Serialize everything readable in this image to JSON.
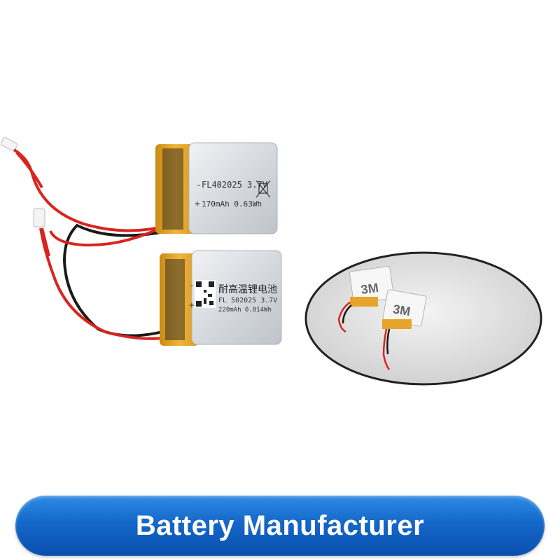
{
  "battery_top": {
    "model": "FL402025 3.7V",
    "capacity": "170mAh 0.63Wh",
    "minus": "-",
    "plus": "+"
  },
  "battery_bottom": {
    "title_cn": "耐高温锂电池",
    "model": "FL  502025  3.7V",
    "capacity": "220mAh   0.814Wh",
    "minus": "-",
    "plus": "+"
  },
  "inset": {
    "sticker_label_1": "3M",
    "sticker_label_2": "3M"
  },
  "banner": {
    "label": "Battery Manufacturer"
  },
  "colors": {
    "banner_blue": "#1467c9",
    "wire_red": "#d9241f",
    "wire_black": "#1a1a1a",
    "kapton_amber": "#e6a52a",
    "foil_silver": "#d9dde2"
  }
}
